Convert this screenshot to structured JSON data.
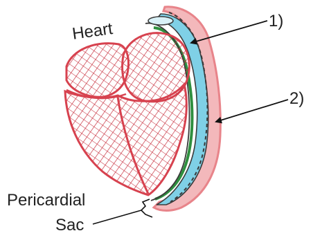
{
  "labels": {
    "heart": "Heart",
    "marker_1": "1)",
    "marker_2": "2)",
    "sac_line1": "Pericardial",
    "sac_line2": "Sac"
  },
  "colors": {
    "heart_red": "#d7424f",
    "hatch_red": "#c8323f",
    "green_layer": "#2f8f3f",
    "blue_fluid": "#7fd0e6",
    "outer_pink": "#e8848a",
    "outline_dark": "#3a3a3a",
    "arrow": "#111111"
  },
  "icons": {
    "heart_drawing": "heart-illustration",
    "pointer_1": "arrow-icon",
    "pointer_2": "arrow-icon"
  }
}
